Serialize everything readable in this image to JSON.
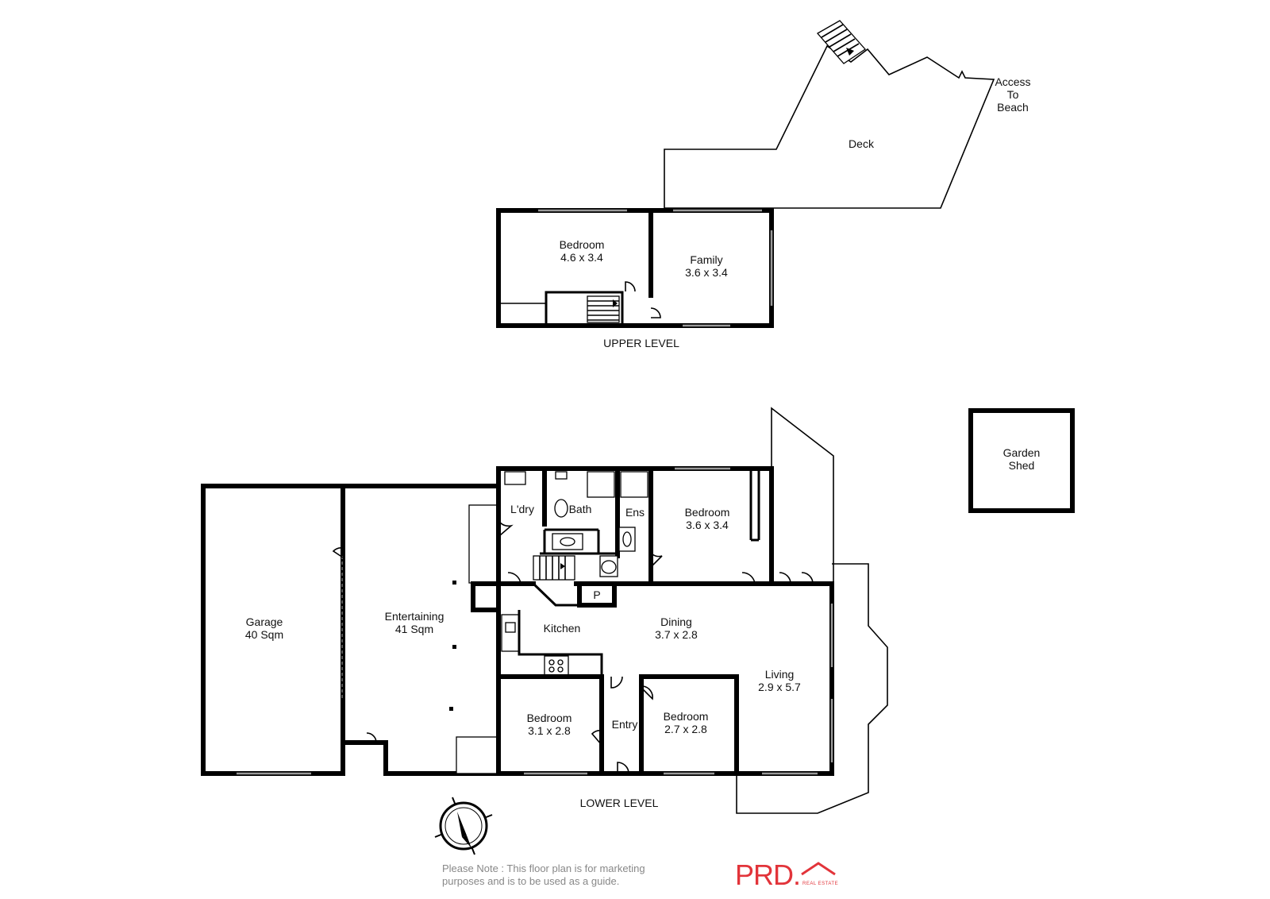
{
  "upper_level": {
    "heading": "UPPER LEVEL",
    "deck": "Deck",
    "access_to_beach": [
      "Access",
      "To",
      "Beach"
    ],
    "bedroom": {
      "name": "Bedroom",
      "size": "4.6 x 3.4"
    },
    "family": {
      "name": "Family",
      "size": "3.6 x 3.4"
    }
  },
  "lower_level": {
    "heading": "LOWER LEVEL",
    "garage": {
      "name": "Garage",
      "size": "40 Sqm"
    },
    "entertaining": {
      "name": "Entertaining",
      "size": "41 Sqm"
    },
    "laundry": "L'dry",
    "bath": "Bath",
    "ensuite": "Ens",
    "bedroom_main": {
      "name": "Bedroom",
      "size": "3.6 x 3.4"
    },
    "pantry": "P",
    "kitchen": "Kitchen",
    "dining": {
      "name": "Dining",
      "size": "3.7 x 2.8"
    },
    "living": {
      "name": "Living",
      "size": "2.9 x 5.7"
    },
    "bedroom_2": {
      "name": "Bedroom",
      "size": "3.1 x 2.8"
    },
    "entry": "Entry",
    "bedroom_3": {
      "name": "Bedroom",
      "size": "2.7 x 2.8"
    }
  },
  "garden_shed": [
    "Garden",
    "Shed"
  ],
  "compass": {
    "icon": "compass-icon"
  },
  "note": [
    "Please Note : This floor plan is for marketing",
    "purposes and is to be used as a guide."
  ],
  "logo": {
    "brand": "PRD.",
    "tagline": "REAL ESTATE",
    "color": "#e2343a"
  }
}
